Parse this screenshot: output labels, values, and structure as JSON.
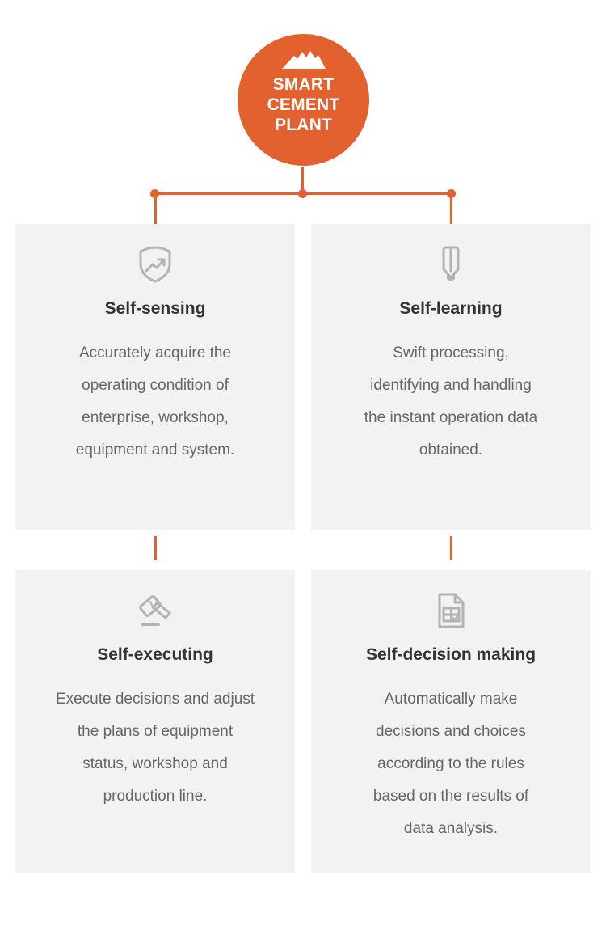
{
  "hub": {
    "title": "SMART\nCEMENT\nPLANT",
    "title_lines": [
      "SMART",
      "CEMENT",
      "PLANT"
    ],
    "icon": "mountain-icon",
    "color": "#e3602f",
    "text_color": "#ffffff"
  },
  "connectors": {
    "color": "#e3602f",
    "dots": 3
  },
  "cards": [
    {
      "id": "self-sensing",
      "icon": "shield-trend-icon",
      "title": "Self-sensing",
      "body": "Accurately acquire the operating condition of enterprise, workshop, equipment and system.",
      "body_lines": [
        "Accurately acquire the",
        "operating condition of",
        "enterprise, workshop,",
        "equipment and system."
      ]
    },
    {
      "id": "self-learning",
      "icon": "pencil-icon",
      "title": "Self-learning",
      "body": "Swift processing, identifying and handling the instant operation data obtained.",
      "body_lines": [
        "Swift processing,",
        "identifying and handling",
        "the instant operation data",
        "obtained."
      ]
    },
    {
      "id": "self-executing",
      "icon": "gavel-icon",
      "title": "Self-executing",
      "body": "Execute decisions and adjust the plans of equipment status, workshop and production line.",
      "body_lines": [
        "Execute decisions and adjust",
        "the plans of equipment",
        "status, workshop and",
        "production line."
      ]
    },
    {
      "id": "self-decision-making",
      "icon": "document-grid-check-icon",
      "title": "Self-decision making",
      "body": "Automatically make decisions and choices according to the rules based on the results of data analysis.",
      "body_lines": [
        "Automatically make",
        "decisions and choices",
        "according to the rules",
        "based on the results of",
        "data analysis."
      ]
    }
  ],
  "theme": {
    "accent": "#e3602f",
    "card_bg": "#f2f2f2",
    "title_color": "#333333",
    "body_color": "#666666",
    "icon_color": "#b3b3b3",
    "page_bg": "#ffffff"
  }
}
